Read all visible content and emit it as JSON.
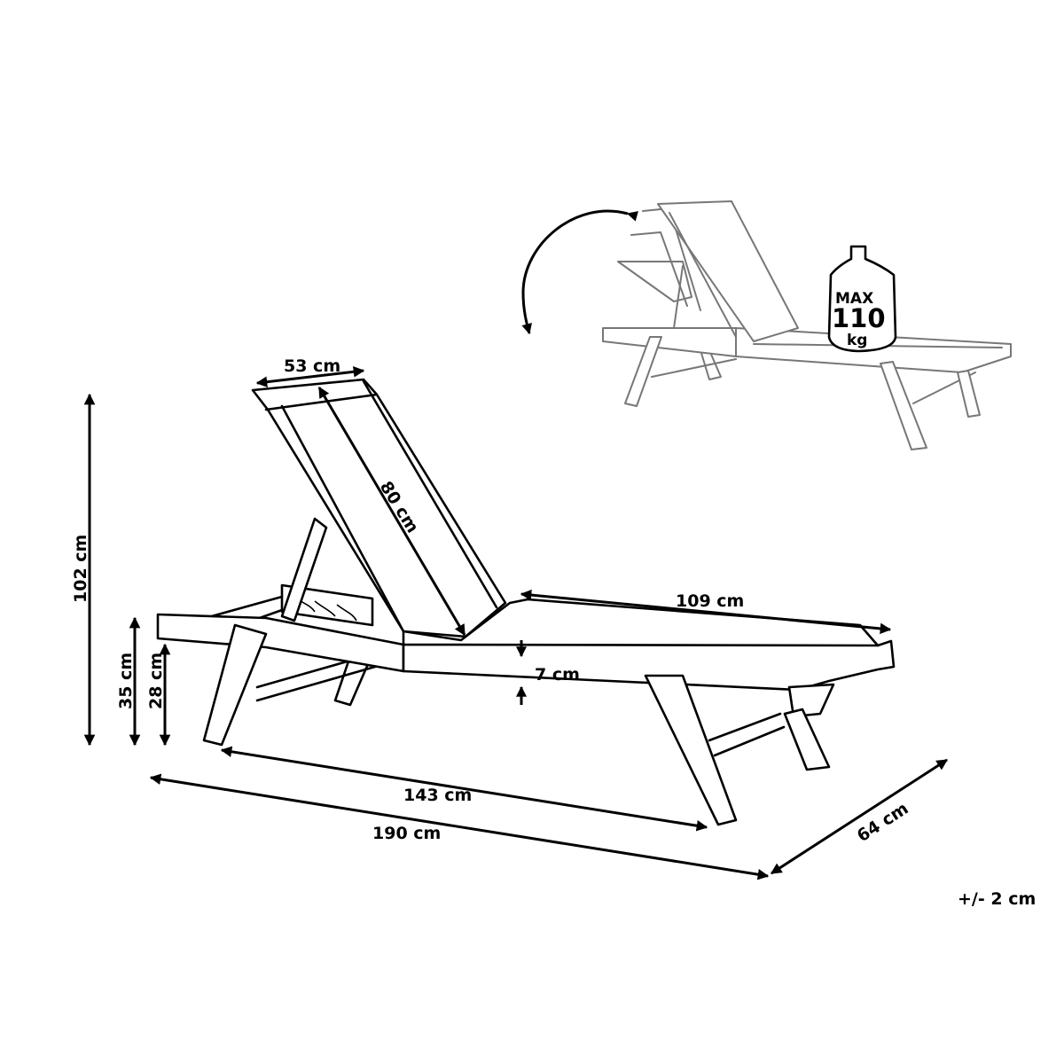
{
  "dimensions": {
    "backrest_width": "53 cm",
    "backrest_length": "80 cm",
    "seat_length": "109 cm",
    "seat_thickness": "7 cm",
    "total_height": "102 cm",
    "armrest_height": "35 cm",
    "seat_height": "28 cm",
    "leg_span": "143 cm",
    "total_length": "190 cm",
    "total_width": "64 cm"
  },
  "load": {
    "max_label": "MAX",
    "value": "110",
    "unit": "kg"
  },
  "tolerance": "+/- 2 cm",
  "colors": {
    "line": "#000000",
    "secondary_line": "#777777",
    "background": "#ffffff"
  }
}
